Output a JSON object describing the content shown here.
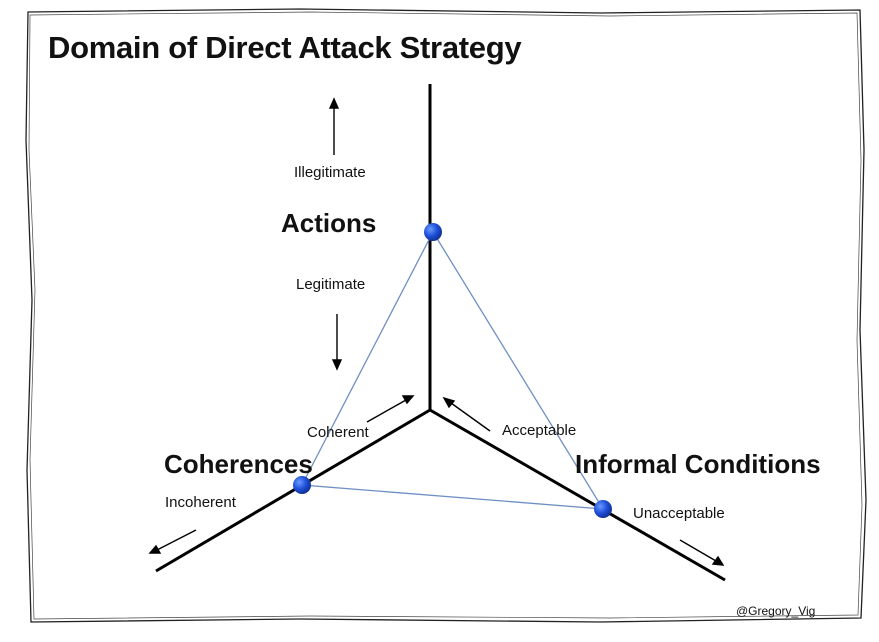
{
  "title": "Domain of Direct Attack Strategy",
  "axes": {
    "actions": {
      "label": "Actions",
      "toward_top": "Illegitimate",
      "toward_center": "Legitimate"
    },
    "coherences": {
      "label": "Coherences",
      "toward_center": "Coherent",
      "toward_outer": "Incoherent"
    },
    "informal": {
      "label": "Informal Conditions",
      "toward_center": "Acceptable",
      "toward_outer": "Unacceptable"
    }
  },
  "credit": "@Gregory_Vig",
  "colors": {
    "point": "#1f4fd8",
    "triangle": "#6f8fc4",
    "axis": "#000000"
  }
}
